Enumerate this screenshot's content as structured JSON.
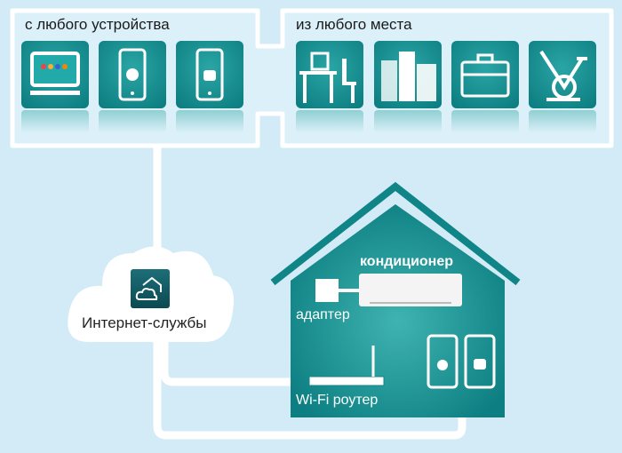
{
  "devices_panel": {
    "title": "с любого устройства",
    "tiles": [
      {
        "icon": "computer-icon"
      },
      {
        "icon": "apple-phone-icon"
      },
      {
        "icon": "android-phone-icon"
      }
    ]
  },
  "places_panel": {
    "title": "из любого места",
    "tiles": [
      {
        "icon": "office-desk-icon"
      },
      {
        "icon": "buildings-icon"
      },
      {
        "icon": "briefcase-icon"
      },
      {
        "icon": "exercise-bike-icon"
      }
    ]
  },
  "cloud": {
    "label": "Интернет-службы",
    "icon": "cloud-home-icon"
  },
  "house": {
    "air_conditioner": "кондиционер",
    "adapter": "адаптер",
    "router": "Wi-Fi роутер"
  },
  "colors": {
    "teal": "#0f8588",
    "background": "#d3ebf6"
  }
}
